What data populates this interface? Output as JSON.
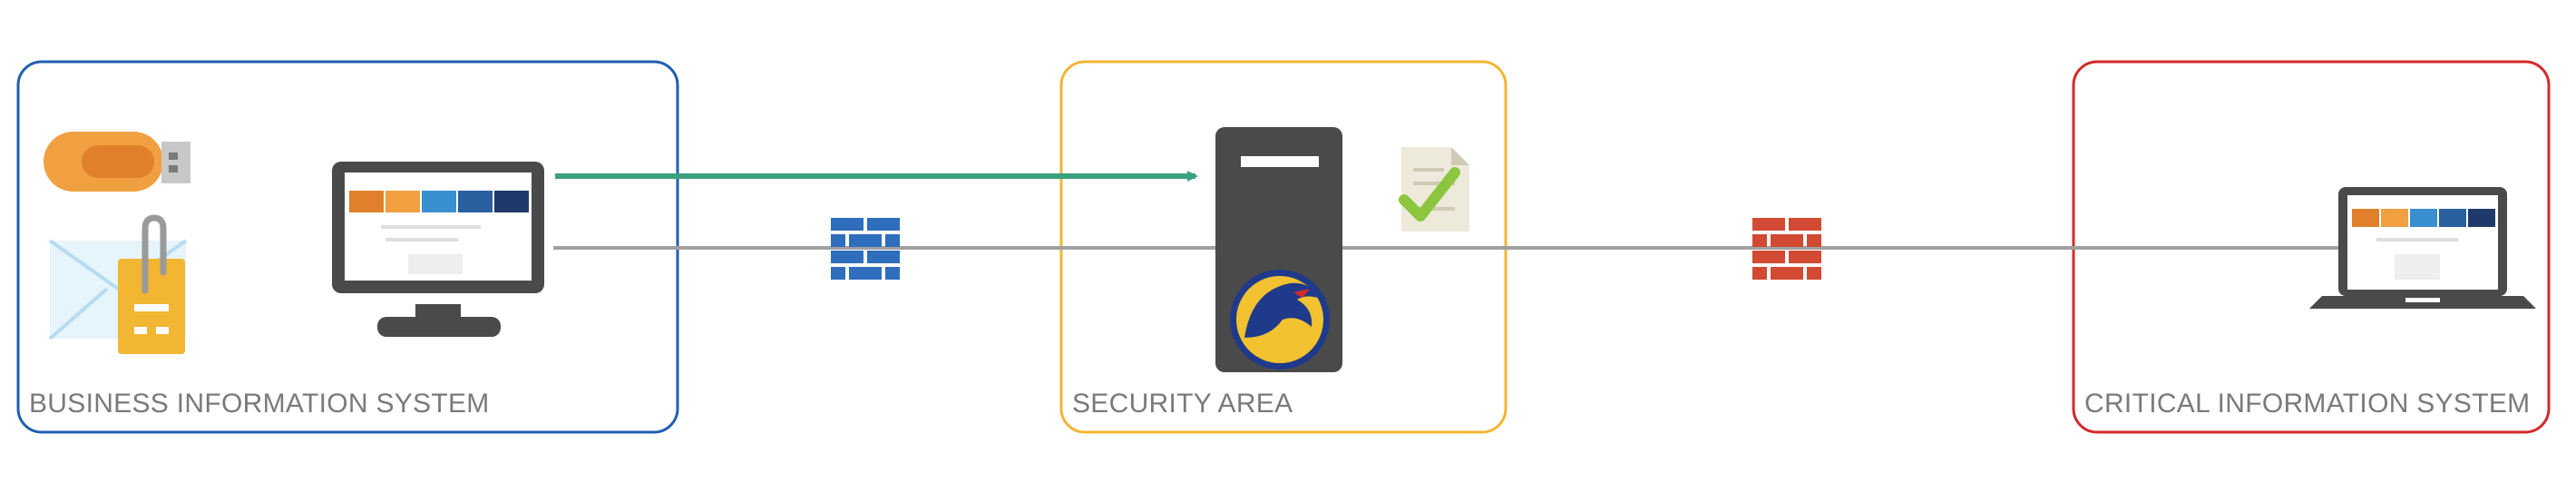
{
  "zones": {
    "business": {
      "label": "BUSINESS INFORMATION SYSTEM",
      "color": "#1f5fb0"
    },
    "security": {
      "label": "SECURITY AREA",
      "color": "#f2b632"
    },
    "critical": {
      "label": "CRITICAL INFORMATION SYSTEM",
      "color": "#d42a2a"
    }
  },
  "connections": {
    "network_line_color": "#a0a0a0",
    "transfer_arrow_color": "#3aa17e"
  },
  "firewalls": {
    "business_side_color": "#2f6dbd",
    "critical_side_color": "#d24a33"
  },
  "icons": {
    "usb_drive": "usb-drive-icon",
    "email_attachment": "email-attachment-icon",
    "desktop": "desktop-monitor-icon",
    "server": "server-tower-icon",
    "eagle_badge": "eagle-badge-icon",
    "validated_document": "validated-document-icon",
    "laptop": "laptop-icon"
  }
}
